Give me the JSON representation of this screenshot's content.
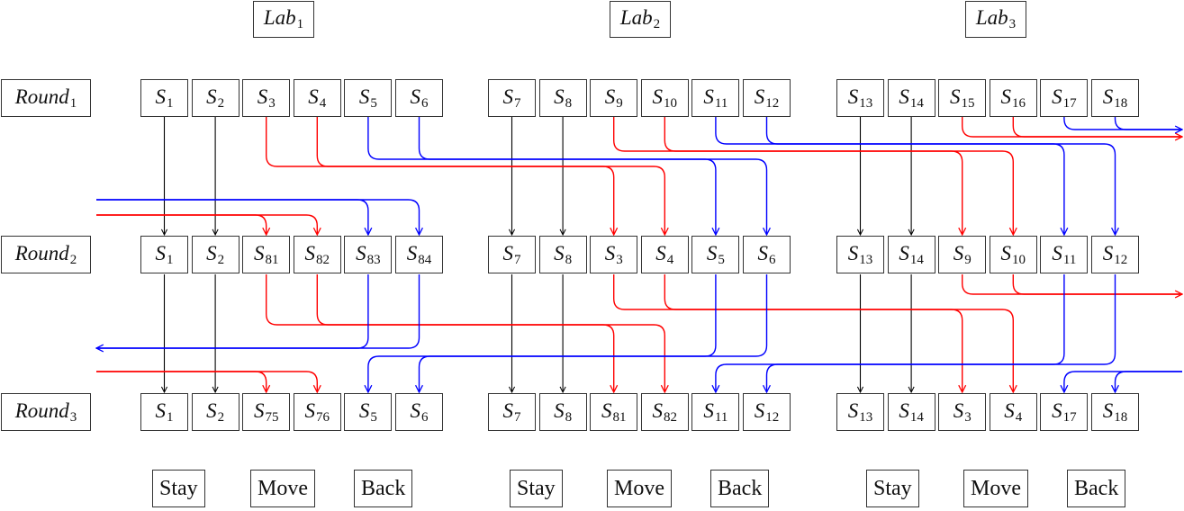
{
  "colors": {
    "stay": "#000000",
    "move": "#ff0000",
    "back": "#0000ff"
  },
  "labs": [
    {
      "name": "Lab",
      "index": "1"
    },
    {
      "name": "Lab",
      "index": "2"
    },
    {
      "name": "Lab",
      "index": "3"
    }
  ],
  "rounds": [
    {
      "name": "Round",
      "index": "1",
      "labs": [
        [
          "1",
          "2",
          "3",
          "4",
          "5",
          "6"
        ],
        [
          "7",
          "8",
          "9",
          "10",
          "11",
          "12"
        ],
        [
          "13",
          "14",
          "15",
          "16",
          "17",
          "18"
        ]
      ]
    },
    {
      "name": "Round",
      "index": "2",
      "labs": [
        [
          "1",
          "2",
          "81",
          "82",
          "83",
          "84"
        ],
        [
          "7",
          "8",
          "3",
          "4",
          "5",
          "6"
        ],
        [
          "13",
          "14",
          "9",
          "10",
          "11",
          "12"
        ]
      ]
    },
    {
      "name": "Round",
      "index": "3",
      "labs": [
        [
          "1",
          "2",
          "75",
          "76",
          "5",
          "6"
        ],
        [
          "7",
          "8",
          "81",
          "82",
          "11",
          "12"
        ],
        [
          "13",
          "14",
          "3",
          "4",
          "17",
          "18"
        ]
      ]
    }
  ],
  "state_symbol": "S",
  "legend": [
    {
      "label": "Stay"
    },
    {
      "label": "Move"
    },
    {
      "label": "Back"
    },
    {
      "label": "Stay"
    },
    {
      "label": "Move"
    },
    {
      "label": "Back"
    },
    {
      "label": "Stay"
    },
    {
      "label": "Move"
    },
    {
      "label": "Back"
    }
  ]
}
